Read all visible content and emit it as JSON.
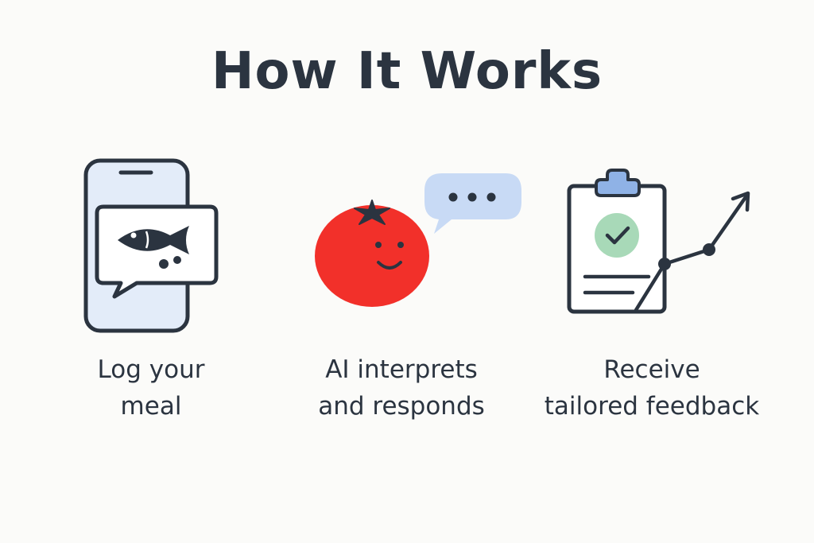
{
  "title": "How It Works",
  "steps": [
    {
      "icon": "phone-chat-fish-icon",
      "label_line1": "Log your",
      "label_line2": "meal"
    },
    {
      "icon": "tomato-chat-icon",
      "label_line1": "AI interprets",
      "label_line2": "and responds"
    },
    {
      "icon": "clipboard-chart-icon",
      "label_line1": "Receive",
      "label_line2": "tailored feedback"
    }
  ],
  "colors": {
    "text": "#2b3440",
    "background": "#fbfbf9",
    "phone_screen": "#e3ecf9",
    "tomato": "#f2302a",
    "bubble": "#c8daf5",
    "check_circle": "#a8d9b8",
    "clip": "#8fb2e6"
  }
}
